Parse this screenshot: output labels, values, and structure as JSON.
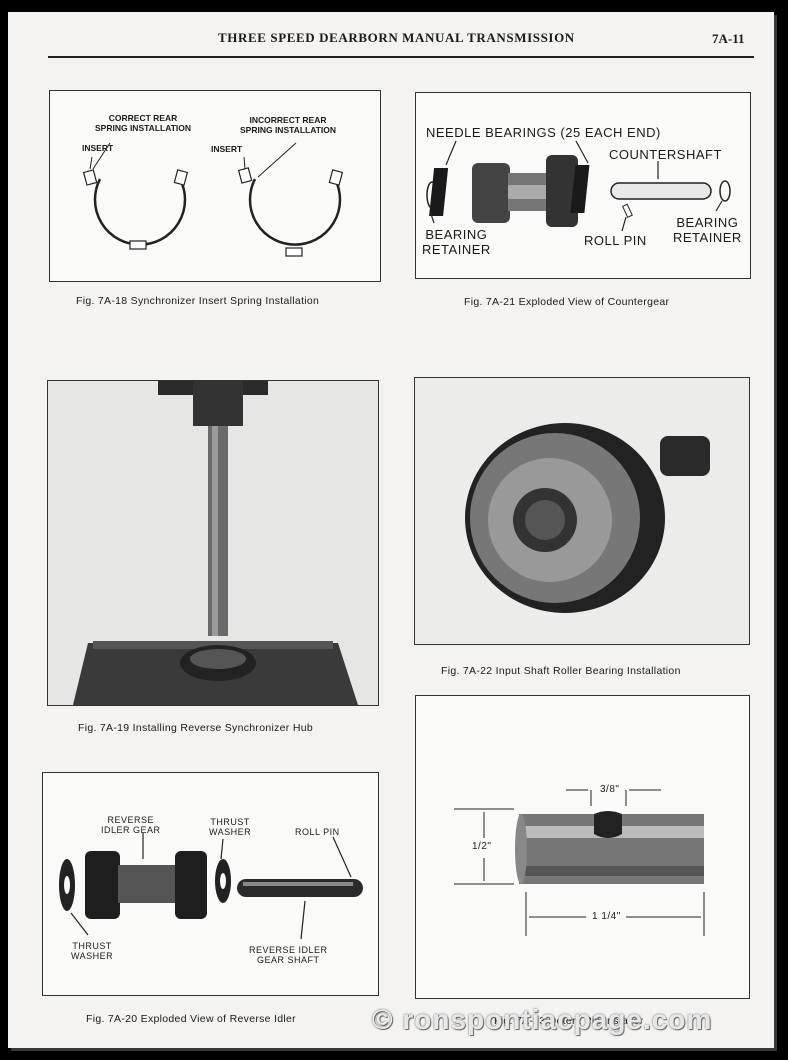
{
  "header": {
    "title": "THREE SPEED DEARBORN MANUAL TRANSMISSION",
    "page_number": "7A-11"
  },
  "fig18": {
    "caption": "Fig. 7A-18  Synchronizer Insert Spring Installation",
    "correct_label": "CORRECT REAR\nSPRING INSTALLATION",
    "incorrect_label": "INCORRECT REAR\nSPRING INSTALLATION",
    "insert_left": "INSERT",
    "insert_right": "INSERT"
  },
  "fig21": {
    "caption": "Fig. 7A-21  Exploded View of Countergear",
    "needle": "NEEDLE BEARINGS (25 EACH END)",
    "countershaft": "COUNTERSHAFT",
    "retainer_left": "BEARING\nRETAINER",
    "roll_pin": "ROLL PIN",
    "retainer_right": "BEARING\nRETAINER"
  },
  "fig19": {
    "caption": "Fig. 7A-19  Installing Reverse Synchronizer Hub"
  },
  "fig22": {
    "caption": "Fig. 7A-22  Input Shaft Roller Bearing Installation"
  },
  "fig20": {
    "caption": "Fig. 7A-20  Exploded View of Reverse Idler",
    "reverse_idler_gear": "REVERSE\nIDLER GEAR",
    "thrust_washer_top": "THRUST\nWASHER",
    "roll_pin": "ROLL PIN",
    "thrust_washer_bottom": "THRUST\nWASHER",
    "shaft": "REVERSE IDLER\nGEAR SHAFT"
  },
  "fig23": {
    "caption": "Fig. 7A-23  Detent Pin Installer",
    "dim_top": "3/8\"",
    "dim_left": "1/2\"",
    "dim_bottom": "1 1/4\""
  },
  "watermark": "© ronspontiacpage.com"
}
